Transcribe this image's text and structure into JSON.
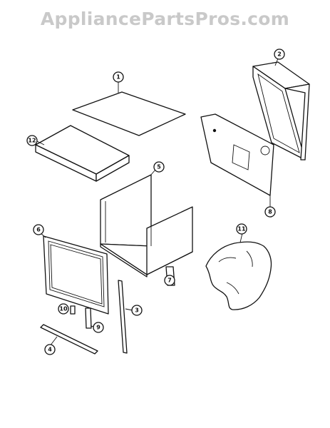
{
  "watermark": "AppliancePartsPros.com",
  "callouts": [
    {
      "id": "1",
      "label": "1"
    },
    {
      "id": "2",
      "label": "2"
    },
    {
      "id": "3",
      "label": "3"
    },
    {
      "id": "4",
      "label": "4"
    },
    {
      "id": "5",
      "label": "5"
    },
    {
      "id": "6",
      "label": "6"
    },
    {
      "id": "7",
      "label": "7"
    },
    {
      "id": "8",
      "label": "8"
    },
    {
      "id": "9",
      "label": "9"
    },
    {
      "id": "10",
      "label": "10"
    },
    {
      "id": "11",
      "label": "11"
    },
    {
      "id": "12",
      "label": "12"
    }
  ]
}
